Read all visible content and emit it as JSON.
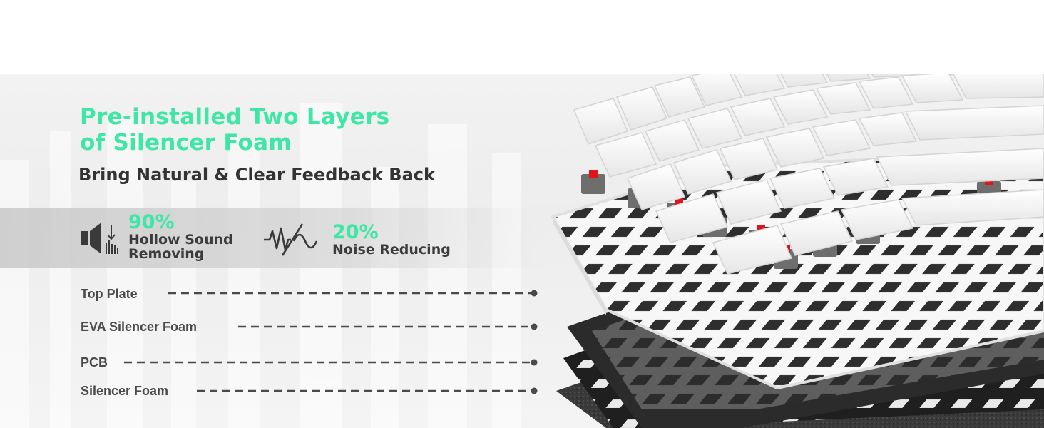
{
  "headline": {
    "line1": "Pre-installed Two Layers",
    "line2": "of Silencer Foam"
  },
  "subhead": "Bring Natural & Clear Feedback Back",
  "stats": [
    {
      "icon": "speaker-sound-down-icon",
      "percent": "90%",
      "desc_line1": "Hollow Sound",
      "desc_line2": "Removing"
    },
    {
      "icon": "sound-wave-icon",
      "percent": "20%",
      "desc_line1": "Noise Reducing"
    }
  ],
  "layers": [
    {
      "label": "Top Plate"
    },
    {
      "label": "EVA Silencer Foam"
    },
    {
      "label": "PCB"
    },
    {
      "label": "Silencer Foam"
    }
  ],
  "colors": {
    "accent": "#3fe6a6",
    "text_dark": "#333333",
    "switch_red": "#e0141c",
    "foam": "#2a2a2a",
    "plate": "#f7f7f7"
  }
}
